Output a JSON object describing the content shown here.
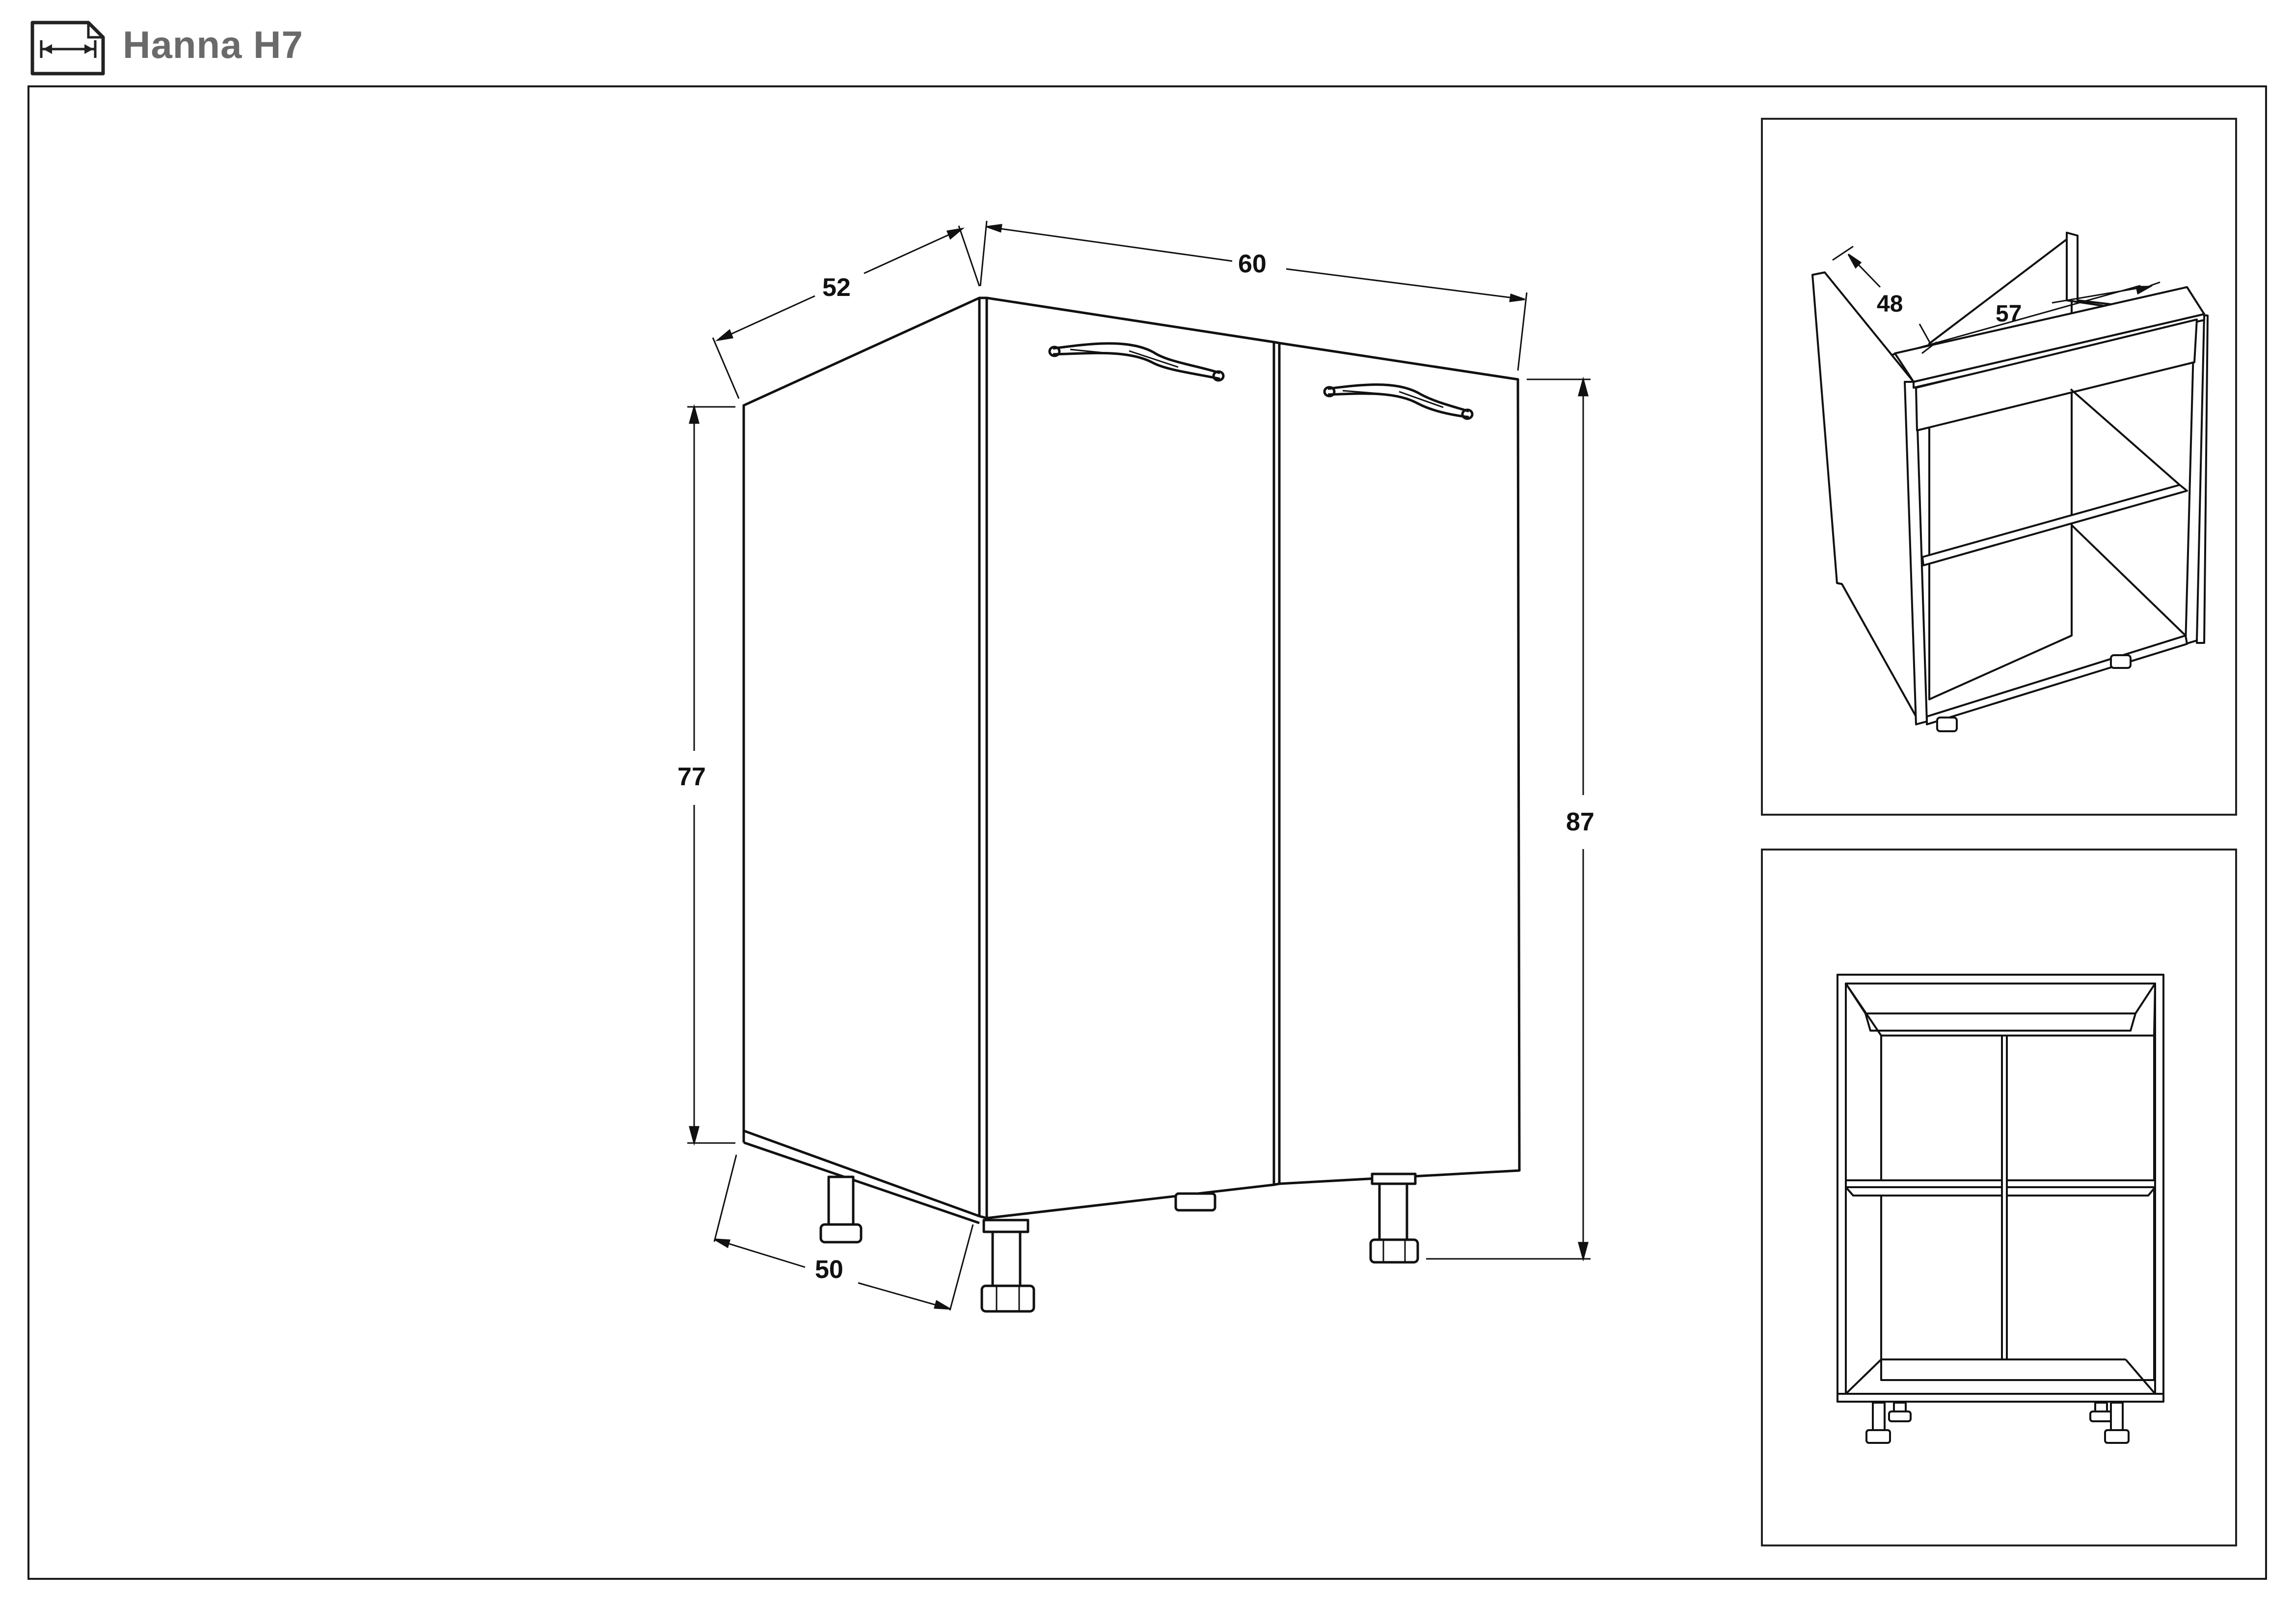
{
  "header": {
    "title": "Hanna H7",
    "icon": "dimensions-icon"
  },
  "main_view": {
    "dimensions": {
      "depth_top": "52",
      "width_top": "60",
      "body_height": "77",
      "total_height": "87",
      "depth_bottom": "50"
    }
  },
  "inset_interior": {
    "dimensions": {
      "inner_depth": "48",
      "inner_width": "57"
    }
  },
  "inset_front": {}
}
